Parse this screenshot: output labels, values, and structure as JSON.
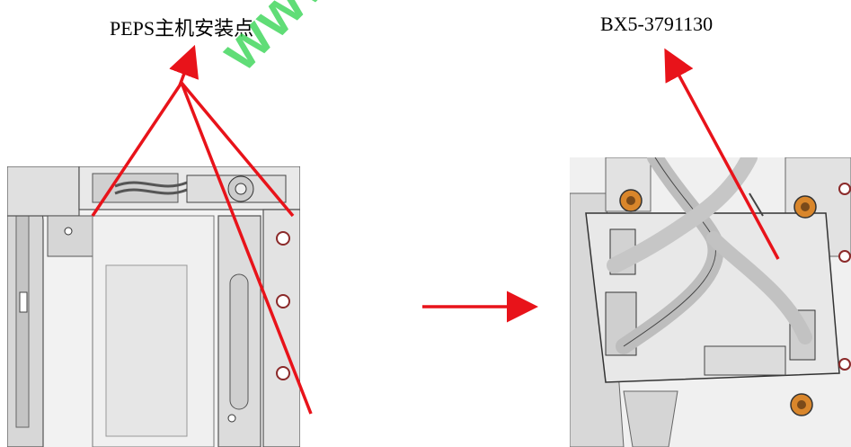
{
  "labels": {
    "left": "PEPS主机安装点",
    "right": "BX5-3791130"
  },
  "watermark": "www.c",
  "colors": {
    "arrow": "#e8131a",
    "watermark": "#2bd24a",
    "metal": "#e6e6e6",
    "metal_dark": "#a9a9a9",
    "nut": "#d9862b"
  }
}
